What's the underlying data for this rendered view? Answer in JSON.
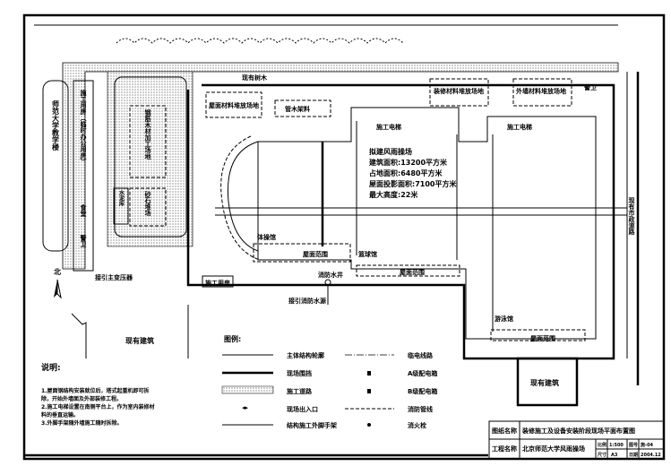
{
  "site": {
    "existing_trees": "现有树木",
    "roof_material_yard": "屋面材料堆放场地",
    "scaffold_material": "管木架料",
    "decoration_material_yard": "装修材料堆放场地",
    "facade_material_yard": "外墙材料堆放场地",
    "guard_top": "警卫",
    "elevator_labels": [
      "施工电梯",
      "施工电梯"
    ],
    "project_info": [
      "拟建风雨操场",
      "建筑面积:13200平方米",
      "占地面积:6480平方米",
      "屋面投影面积:7100平方米",
      "最大高度:22米"
    ],
    "gymnastics_hall": "体操馆",
    "basketball_hall": "篮球馆",
    "swimming_hall": "游泳馆",
    "roof_ranges": [
      "屋面范围",
      "屋面范围",
      "屋面范围"
    ],
    "fire_well": "消防水井",
    "fire_water_source": "接引消防水源",
    "site_office": "施工用房",
    "transformer": "接引主变压器",
    "north": "北",
    "teaching_building": "师范大学教学楼",
    "temp_office": "施工用房（临时办公用房）",
    "processing_yard": "钢筋木材加工场地",
    "sand_yard": "砂石堆场",
    "cement_store": "水泥库",
    "canteen": "食堂",
    "guard_left": "警卫",
    "right_road": "现有市政道路",
    "existing_building_left": "现有建筑",
    "existing_building_right": "现有建筑"
  },
  "notes": {
    "title": "说明:",
    "lines": [
      "1.屋面钢结构安装就位后，塔式起重机即可拆",
      "除，开始外墙面及外部装修工程。",
      "2.施工电梯设置在南侧平台上，作为室内装修材",
      "料的垂直运输。",
      "3.外脚手架随外墙施工随时拆除。"
    ]
  },
  "legend": {
    "title": "图例:",
    "items": [
      {
        "label": "主体结构轮廓",
        "style": "line"
      },
      {
        "label": "现场围挡",
        "style": "thick"
      },
      {
        "label": "施工道路",
        "style": "hatch"
      },
      {
        "label": "现场出入口",
        "style": "gate"
      },
      {
        "label": "结构施工外脚手架",
        "style": "line"
      },
      {
        "label": "临电线路",
        "style": "dashdot"
      },
      {
        "label": "A级配电箱",
        "style": "box"
      },
      {
        "label": "B级配电箱",
        "style": "box"
      },
      {
        "label": "消防管线",
        "style": "dashed"
      },
      {
        "label": "消火栓",
        "style": "hydrant"
      }
    ]
  },
  "title_block": {
    "drawing_name_label": "图纸名称",
    "drawing_name": "装修施工及设备安装阶段现场平面布置图",
    "project_name_label": "工程名称",
    "project_name": "北京师范大学风雨操场",
    "scale_label": "比例",
    "scale": "1:500",
    "number_label": "图号",
    "number": "施-04",
    "size_label": "尺寸",
    "size": "A3",
    "date_label": "日期",
    "date": "2004.12"
  }
}
